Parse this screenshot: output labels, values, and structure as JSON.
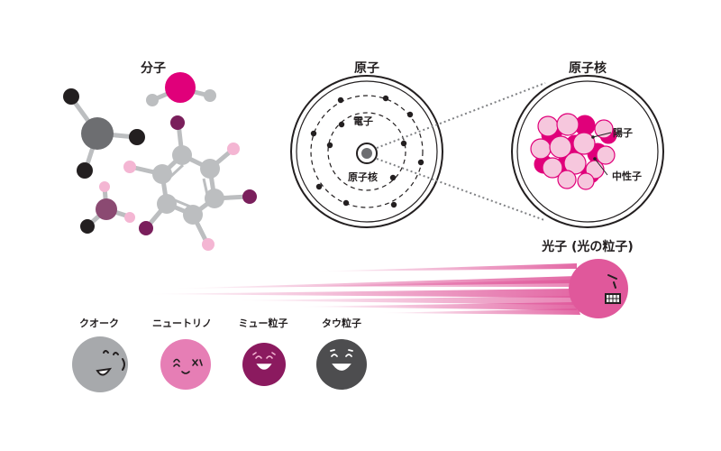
{
  "labels": {
    "molecule": "分子",
    "atom": "原子",
    "nucleus": "原子核",
    "electron": "電子",
    "atomic_nucleus_inner": "原子核",
    "proton": "陽子",
    "neutron": "中性子",
    "photon": "光子 (光の粒子)"
  },
  "particles": [
    {
      "name": "クオーク",
      "color": "#a7a9ac"
    },
    {
      "name": "ニュートリノ",
      "color": "#e67eb5"
    },
    {
      "name": "ミュー粒子",
      "color": "#8b1a5f"
    },
    {
      "name": "タウ粒子",
      "color": "#4d4d4f"
    }
  ],
  "colors": {
    "magenta": "#e0007a",
    "pink": "#f4b6d3",
    "dark": "#231f20",
    "gray": "#bcbec0",
    "darkgray": "#6d6e71",
    "purple": "#7a1f5c",
    "photon": "#e0589b"
  }
}
